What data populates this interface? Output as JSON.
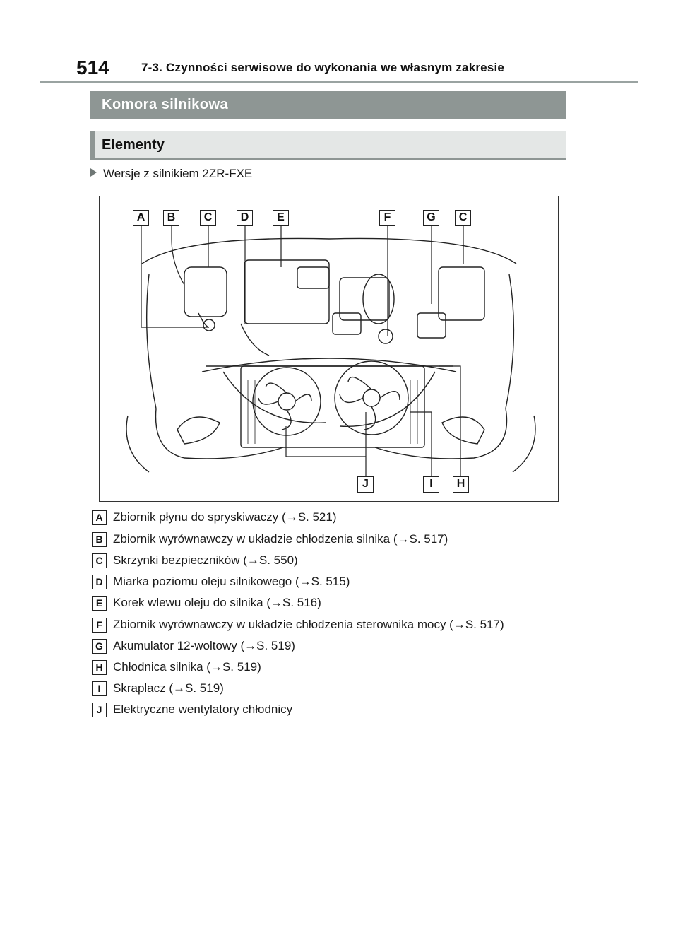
{
  "header": {
    "page_number": "514",
    "running_head": "7-3. Czynności serwisowe do wykonania we własnym zakresie"
  },
  "section": {
    "title": "Komora silnikowa"
  },
  "subsection": {
    "title": "Elementy"
  },
  "variant": {
    "label": "Wersje z silnikiem 2ZR-FXE"
  },
  "figure": {
    "top_callouts": [
      "A",
      "B",
      "C",
      "D",
      "E",
      "F",
      "G",
      "C"
    ],
    "bottom_callouts": [
      "J",
      "I",
      "H"
    ]
  },
  "legend": [
    {
      "key": "A",
      "text": "Zbiornik płynu do spryskiwaczy (→S. 521)"
    },
    {
      "key": "B",
      "text": "Zbiornik wyrównawczy w układzie chłodzenia silnika (→S. 517)"
    },
    {
      "key": "C",
      "text": "Skrzynki bezpieczników (→S. 550)"
    },
    {
      "key": "D",
      "text": "Miarka poziomu oleju silnikowego (→S. 515)"
    },
    {
      "key": "E",
      "text": "Korek wlewu oleju do silnika (→S. 516)"
    },
    {
      "key": "F",
      "text": "Zbiornik wyrównawczy w układzie chłodzenia sterownika mocy (→S. 517)"
    },
    {
      "key": "G",
      "text": "Akumulator 12-woltowy (→S. 519)"
    },
    {
      "key": "H",
      "text": "Chłodnica silnika (→S. 519)"
    },
    {
      "key": "I",
      "text": "Skraplacz (→S. 519)"
    },
    {
      "key": "J",
      "text": "Elektryczne wentylatory chłodnicy"
    }
  ],
  "colors": {
    "section_bar": "#8e9694",
    "subsection_bar": "#e4e7e6",
    "rule": "#9aa3a1"
  }
}
